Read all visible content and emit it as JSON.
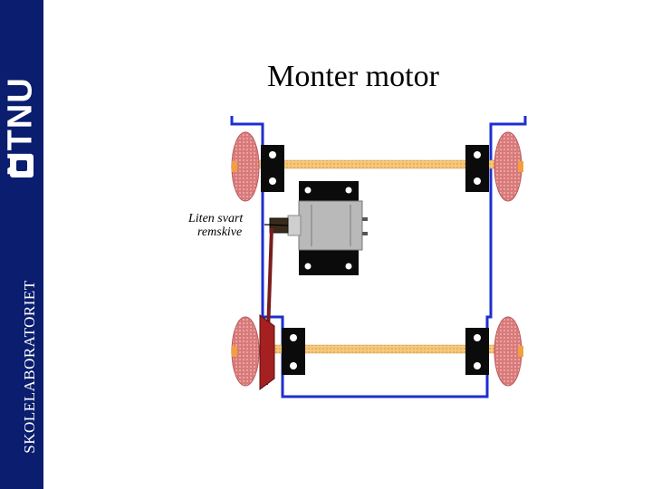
{
  "sidebar": {
    "logo_text": "NTNU",
    "label": "SKOLELABORATORIET"
  },
  "slide": {
    "title": "Monter motor"
  },
  "annotation": {
    "line1": "Liten svart",
    "line2": "remskive"
  },
  "colors": {
    "sidebar": "#0a1d6e",
    "frame": "#1c2fd0",
    "axle": "#f5c87a",
    "wheel": "#d97a7a",
    "belt": "#7a1d1d",
    "motor": "#b9b9b9"
  }
}
